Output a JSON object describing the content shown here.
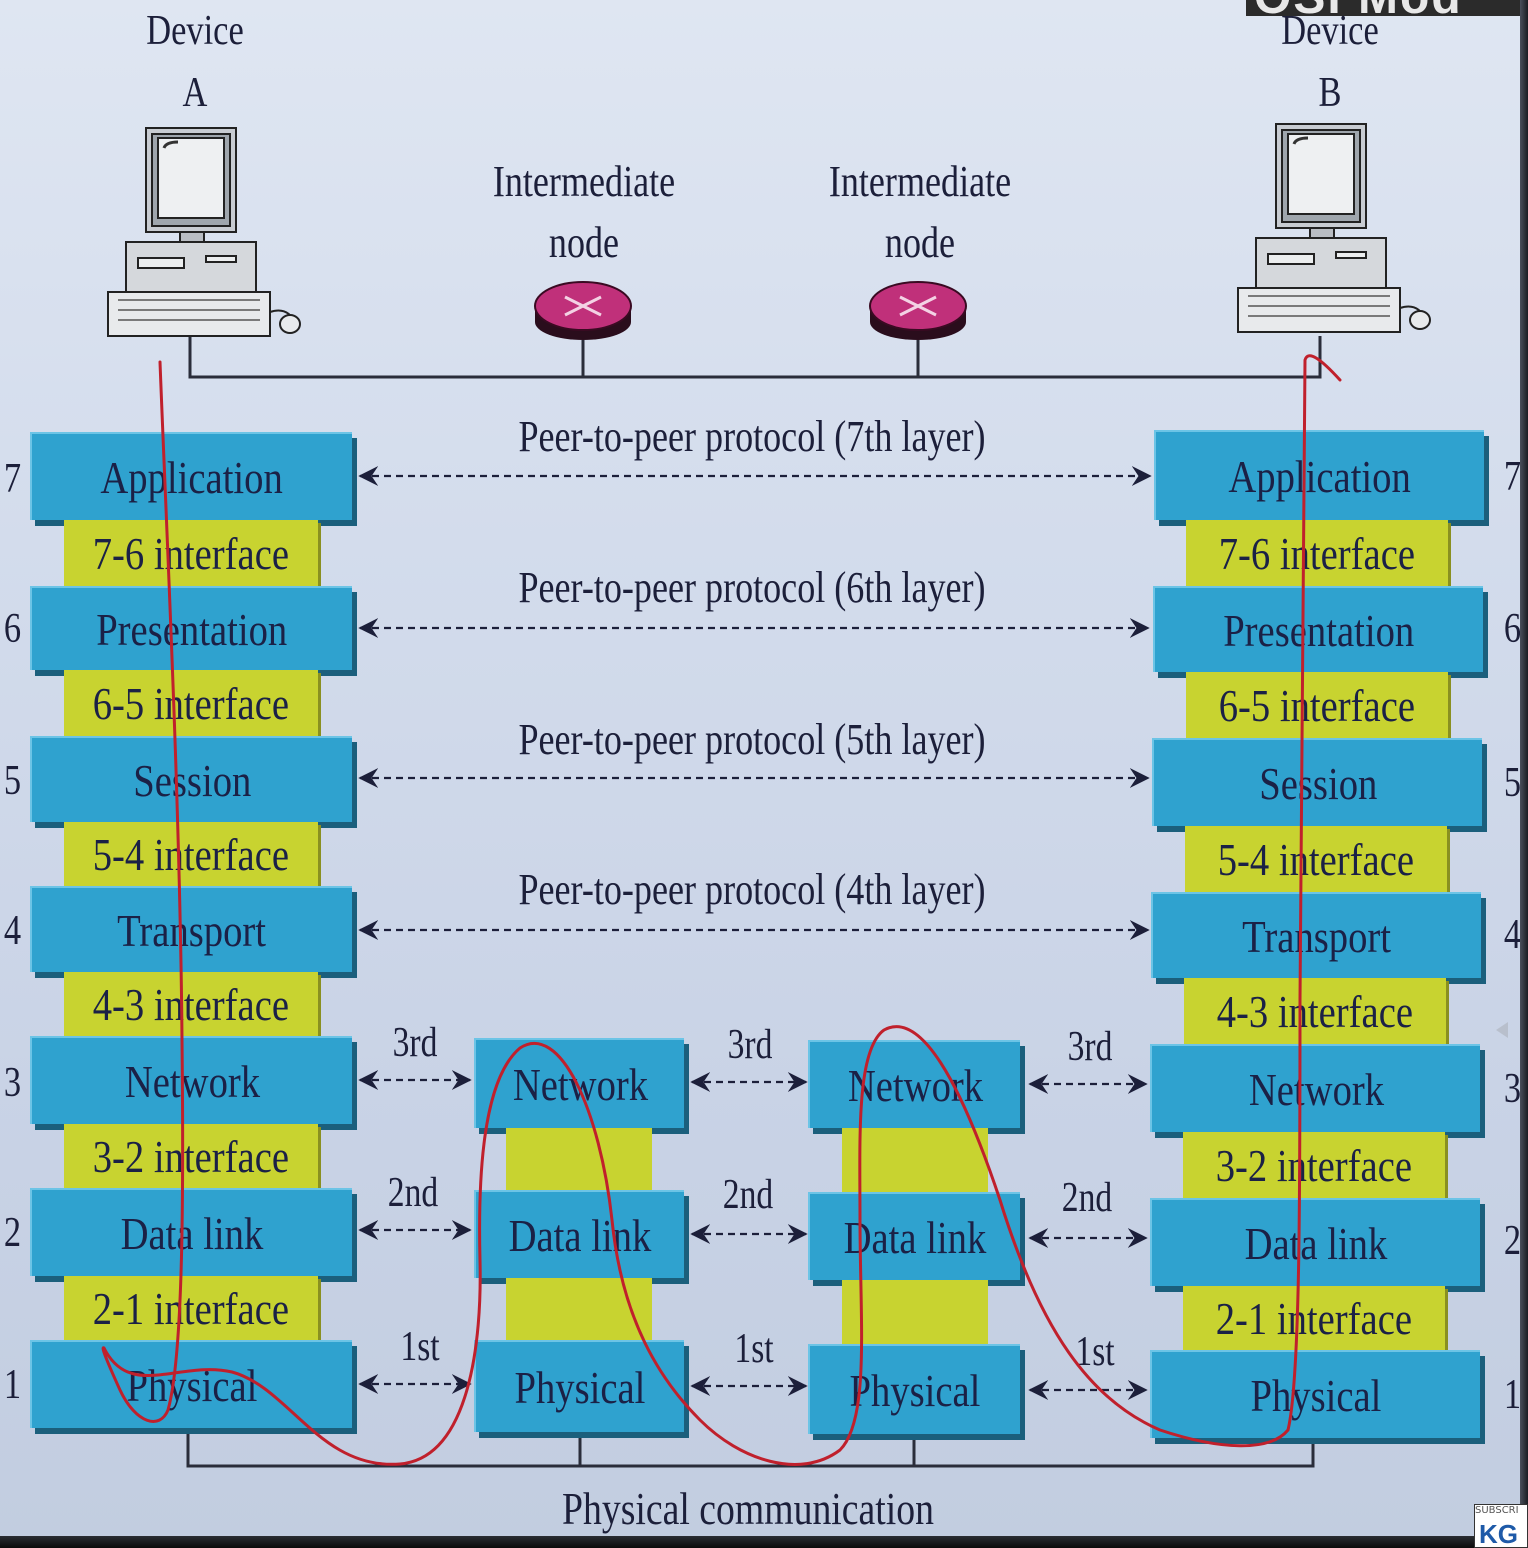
{
  "corner_banner": "OSI Mod",
  "devices": {
    "a": {
      "line1": "Device",
      "line2": "A"
    },
    "b": {
      "line1": "Device",
      "line2": "B"
    }
  },
  "intermediate_nodes": [
    {
      "line1": "Intermediate",
      "line2": "node"
    },
    {
      "line1": "Intermediate",
      "line2": "node"
    }
  ],
  "peer_protocols": [
    "Peer-to-peer protocol (7th layer)",
    "Peer-to-peer protocol (6th layer)",
    "Peer-to-peer protocol (5th layer)",
    "Peer-to-peer protocol (4th layer)"
  ],
  "hops": {
    "network": "3rd",
    "datalink": "2nd",
    "physical": "1st"
  },
  "layers": {
    "application": "Application",
    "presentation": "Presentation",
    "session": "Session",
    "transport": "Transport",
    "network": "Network",
    "datalink": "Data link",
    "physical": "Physical"
  },
  "interfaces": {
    "i76": "7-6 interface",
    "i65": "6-5 interface",
    "i54": "5-4 interface",
    "i43": "4-3 interface",
    "i32": "3-2 interface",
    "i21": "2-1 interface"
  },
  "layer_numbers": {
    "n7": "7",
    "n6": "6",
    "n5": "5",
    "n4": "4",
    "n3": "3",
    "n2": "2",
    "n1": "1"
  },
  "physical_communication": "Physical communication",
  "badge": {
    "subscribe": "SUBSCRI",
    "logo": "KG"
  },
  "colors": {
    "layer_box": "#2fa2cf",
    "interface_box": "#c8d330",
    "router": "#c0307a",
    "annotation_pen": "#c0202c",
    "background": "#d3dcec"
  },
  "icons": [
    "computer-icon",
    "router-icon",
    "double-arrow-icon"
  ]
}
